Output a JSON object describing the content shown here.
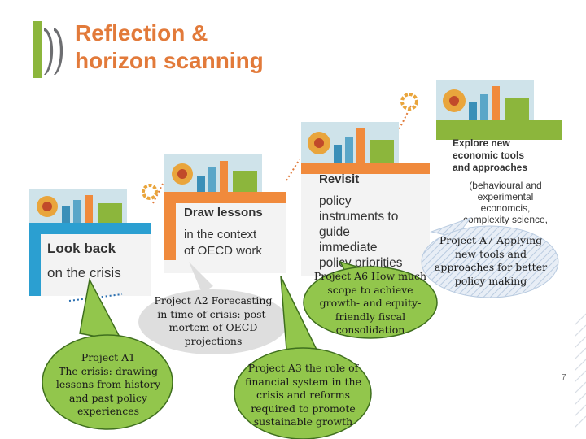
{
  "header": {
    "title": "Reflection &\nhorizon scanning"
  },
  "steps": {
    "look_back": {
      "line1": "Look back",
      "line2": "on the crisis"
    },
    "draw_lessons": {
      "line1": "Draw lessons",
      "line2": "in the context",
      "line3": "of OECD work"
    },
    "revisit": {
      "line1": "Revisit",
      "line2": "policy",
      "line3": "instruments to",
      "line4": "guide",
      "line5": "immediate",
      "line6": "policy priorities"
    },
    "explore": {
      "line1": "Explore new",
      "line2": "economic tools",
      "line3": "and approaches",
      "note1": "(behavioural and",
      "note2": "experimental",
      "note3": "economcis,",
      "note4": "complexity science,"
    }
  },
  "projects": {
    "a1": "Project A1\nThe crisis: drawing\nlessons from history\nand past policy\nexperiences",
    "a2": "Project A2 Forecasting\nin time of crisis: post-\nmortem of OECD\nprojections",
    "a3": "Project A3 the role of\nfinancial system in the\ncrisis and reforms\nrequired to promote\nsustainable growth",
    "a6": "Project A6 How much\nscope to achieve\ngrowth- and equity-\nfriendly fiscal\nconsolidation",
    "a7": "Project A7 Applying\nnew tools and\napproaches for better\npolicy making"
  },
  "footer": {
    "page_number": "7"
  },
  "colors": {
    "title": "#e27a3a",
    "logo_green": "#8cb63c",
    "logo_gray": "#6d6e71",
    "band_blue": "#2b9fd1",
    "band_orange": "#f08a3c",
    "band_green": "#8cb63c",
    "step_bg": "#f3f3f3",
    "bubble_green": "#92c64c",
    "bubble_outline": "#3f6f1e",
    "bubble_gray": "#dedede",
    "bubble_hatch": "#c8d7e8"
  }
}
